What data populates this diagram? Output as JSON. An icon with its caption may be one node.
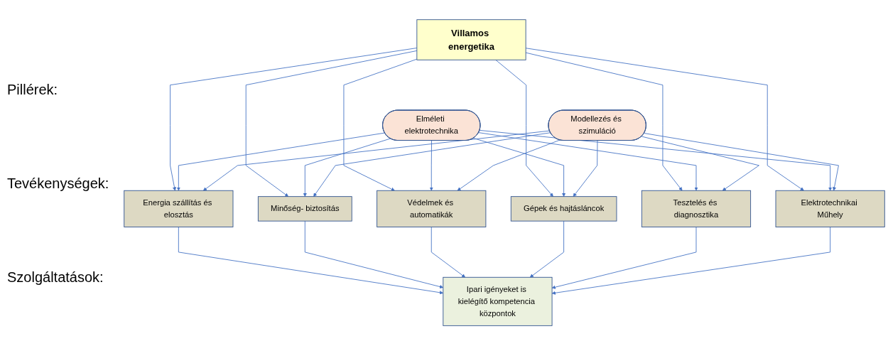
{
  "diagram": {
    "nodes": [
      {
        "text": [
          "Villamos energetika"
        ]
      },
      {
        "text": [
          "Elméleti elektrotechnika"
        ]
      },
      {
        "text": [
          "Modellezés és szimuláció"
        ]
      },
      {
        "text": [
          "Energia szállítás és elosztás"
        ]
      },
      {
        "text": [
          "Minőség- biztosítás"
        ]
      },
      {
        "text": [
          "Védelmek és automatikák"
        ]
      },
      {
        "text": [
          "Gépek és hajtásláncok"
        ]
      },
      {
        "text": [
          "Tesztelés és diagnosztika"
        ]
      },
      {
        "text": [
          "Elektrotechnikai Műhely"
        ]
      },
      {
        "text": [
          "Ipari igényeket is kielégítő kompetencia központok"
        ]
      }
    ],
    "edges": [
      {
        "from": 0,
        "to": 3,
        "arrow": "to"
      },
      {
        "from": 0,
        "to": 4,
        "arrow": "to"
      },
      {
        "from": 0,
        "to": 5,
        "arrow": "to"
      },
      {
        "from": 0,
        "to": 6,
        "arrow": "to"
      },
      {
        "from": 0,
        "to": 7,
        "arrow": "to"
      },
      {
        "from": 0,
        "to": 8,
        "arrow": "to"
      },
      {
        "from": 1,
        "to": 3,
        "arrow": "to"
      },
      {
        "from": 1,
        "to": 4,
        "arrow": "to"
      },
      {
        "from": 1,
        "to": 5,
        "arrow": "to"
      },
      {
        "from": 1,
        "to": 6,
        "arrow": "to"
      },
      {
        "from": 1,
        "to": 7,
        "arrow": "to"
      },
      {
        "from": 1,
        "to": 8,
        "arrow": "to"
      },
      {
        "from": 2,
        "to": 3,
        "arrow": "to"
      },
      {
        "from": 2,
        "to": 4,
        "arrow": "to"
      },
      {
        "from": 2,
        "to": 5,
        "arrow": "to"
      },
      {
        "from": 2,
        "to": 6,
        "arrow": "to"
      },
      {
        "from": 2,
        "to": 7,
        "arrow": "to"
      },
      {
        "from": 2,
        "to": 8,
        "arrow": "to"
      },
      {
        "from": 3,
        "to": 9,
        "arrow": "to"
      },
      {
        "from": 4,
        "to": 9,
        "arrow": "to"
      },
      {
        "from": 5,
        "to": 9,
        "arrow": "to"
      },
      {
        "from": 6,
        "to": 9,
        "arrow": "to"
      },
      {
        "from": 7,
        "to": 9,
        "arrow": "to"
      },
      {
        "from": 8,
        "to": 9,
        "arrow": "to"
      }
    ],
    "labels": [
      "Pillérek:",
      "Tevékenységek:",
      "Szolgáltatások:"
    ]
  }
}
